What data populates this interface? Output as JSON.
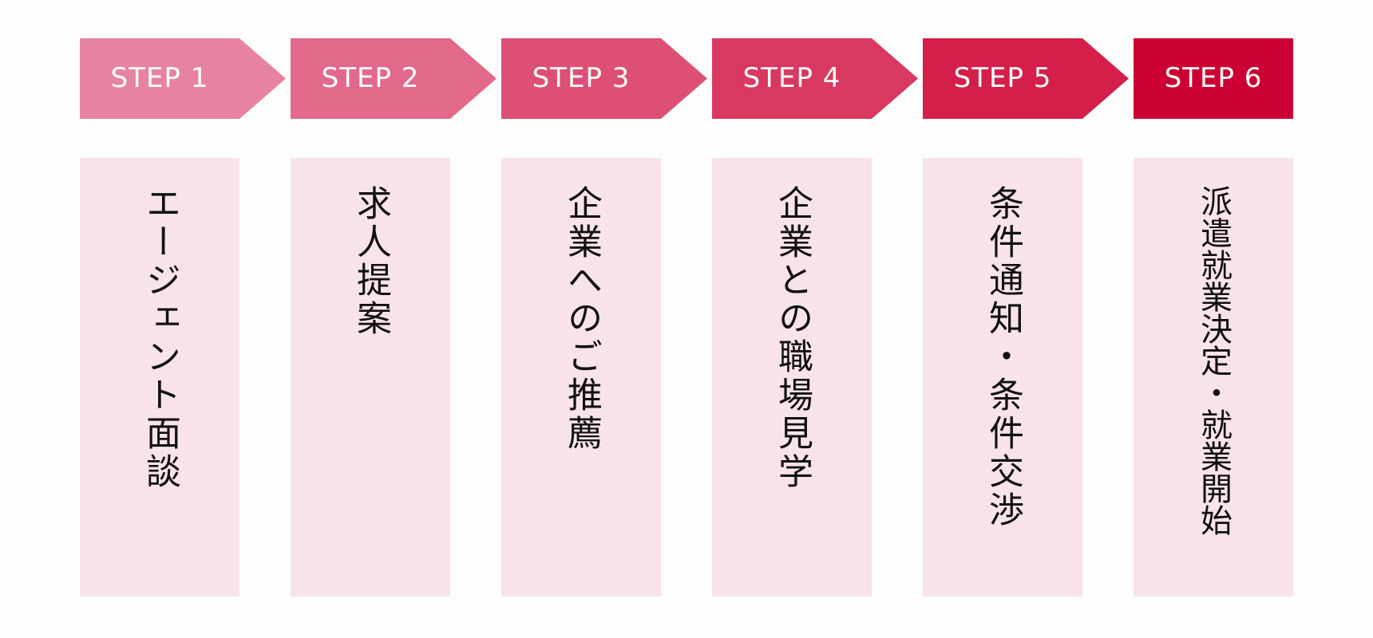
{
  "steps": [
    {
      "label": "STEP 1",
      "desc": "エージェント面談",
      "color": "#e7839e"
    },
    {
      "label": "STEP 2",
      "desc": "求人提案",
      "color": "#e2698a"
    },
    {
      "label": "STEP 3",
      "desc": "企業へのご推薦",
      "color": "#dd4f75"
    },
    {
      "label": "STEP 4",
      "desc": "企業との職場見学",
      "color": "#d93860"
    },
    {
      "label": "STEP 5",
      "desc": "条件通知・条件交渉",
      "color": "#d41f4a"
    },
    {
      "label": "STEP 6",
      "desc": "派遣就業決定・就業開始",
      "color": "#cc0033"
    }
  ],
  "colors": {
    "card_background": "#f8e3ea",
    "label_text": "#ffffff",
    "desc_text": "#111111"
  }
}
